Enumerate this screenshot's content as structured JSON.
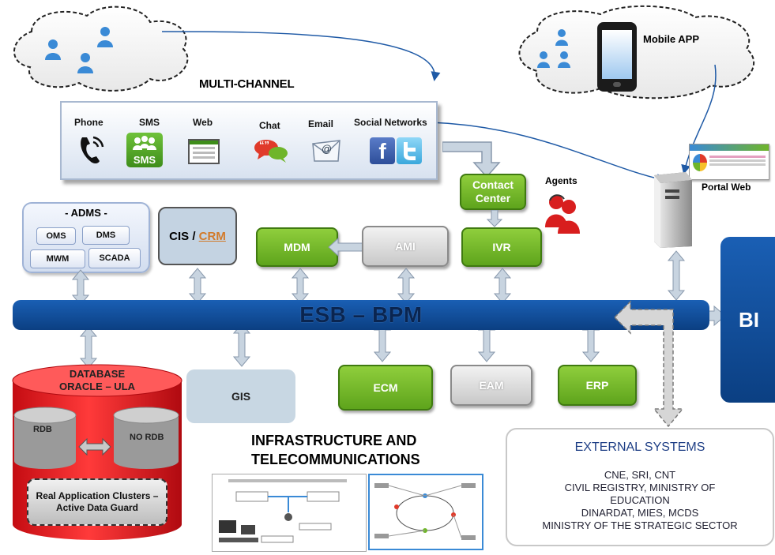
{
  "multichannel": {
    "title": "MULTI-CHANNEL",
    "channels": [
      {
        "label": "Phone",
        "icon": "phone-icon"
      },
      {
        "label": "SMS",
        "icon": "sms-icon",
        "badge": "SMS"
      },
      {
        "label": "Web",
        "icon": "web-browser-icon"
      },
      {
        "label": "Chat",
        "icon": "chat-bubble-icon",
        "badge": "“”"
      },
      {
        "label": "Email",
        "icon": "email-icon",
        "badge": "@"
      },
      {
        "label": "Social Networks",
        "icon": "social-networks-icon",
        "badge": "f"
      }
    ]
  },
  "mobile_app": {
    "label": "Mobile APP"
  },
  "portal_web": {
    "label": "Portal Web"
  },
  "contact_center": {
    "label": "Contact Center"
  },
  "agents": {
    "label": "Agents"
  },
  "adms": {
    "title": "- ADMS -",
    "items": [
      "OMS",
      "DMS",
      "MWM",
      "SCADA"
    ]
  },
  "cis": {
    "label_a": "CIS /",
    "label_b": "CRM"
  },
  "mdm": {
    "label": "MDM"
  },
  "ami": {
    "label": "AMI"
  },
  "ivr": {
    "label": "IVR"
  },
  "esb": {
    "label": "ESB – BPM"
  },
  "bi": {
    "label": "BI"
  },
  "gis": {
    "label": "GIS"
  },
  "ecm": {
    "label": "ECM"
  },
  "eam": {
    "label": "EAM"
  },
  "erp": {
    "label": "ERP"
  },
  "database": {
    "title_line1": "DATABASE",
    "title_line2": "ORACLE – ULA",
    "rdb": "RDB",
    "no_rdb": "NO RDB",
    "rac": "Real Application Clusters – Active Data Guard"
  },
  "infrastructure": {
    "line1": "INFRASTRUCTURE AND",
    "line2": "TELECOMMUNICATIONS"
  },
  "external": {
    "title": "EXTERNAL SYSTEMS",
    "lines": [
      "CNE, SRI,  CNT",
      "CIVIL REGISTRY, MINISTRY OF",
      "EDUCATION",
      "DINARDAT, MIES, MCDS",
      "MINISTRY OF THE STRATEGIC SECTOR"
    ]
  },
  "colors": {
    "green": "#6fb52a",
    "esb_blue": "#0d4a94",
    "db_red": "#e8121a",
    "gis_blue": "#c8d7e3"
  }
}
